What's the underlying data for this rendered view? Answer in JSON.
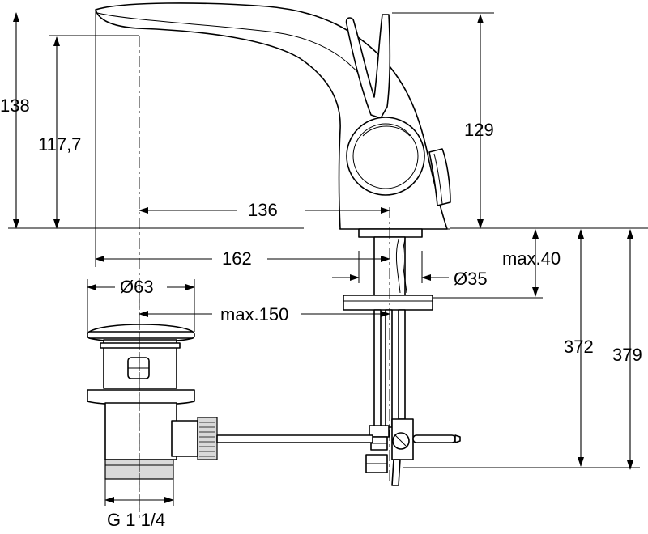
{
  "dimensions": {
    "overall_height": "138",
    "spout_height": "117,7",
    "lever_height": "129",
    "spout_reach": "136",
    "drain_offset": "162",
    "drain_diameter": "Ø63",
    "drain_reach": "max.150",
    "deck_thickness": "max.40",
    "hole_diameter": "Ø35",
    "supply_length": "372",
    "total_length": "379",
    "drain_thread": "G 1 1/4"
  }
}
